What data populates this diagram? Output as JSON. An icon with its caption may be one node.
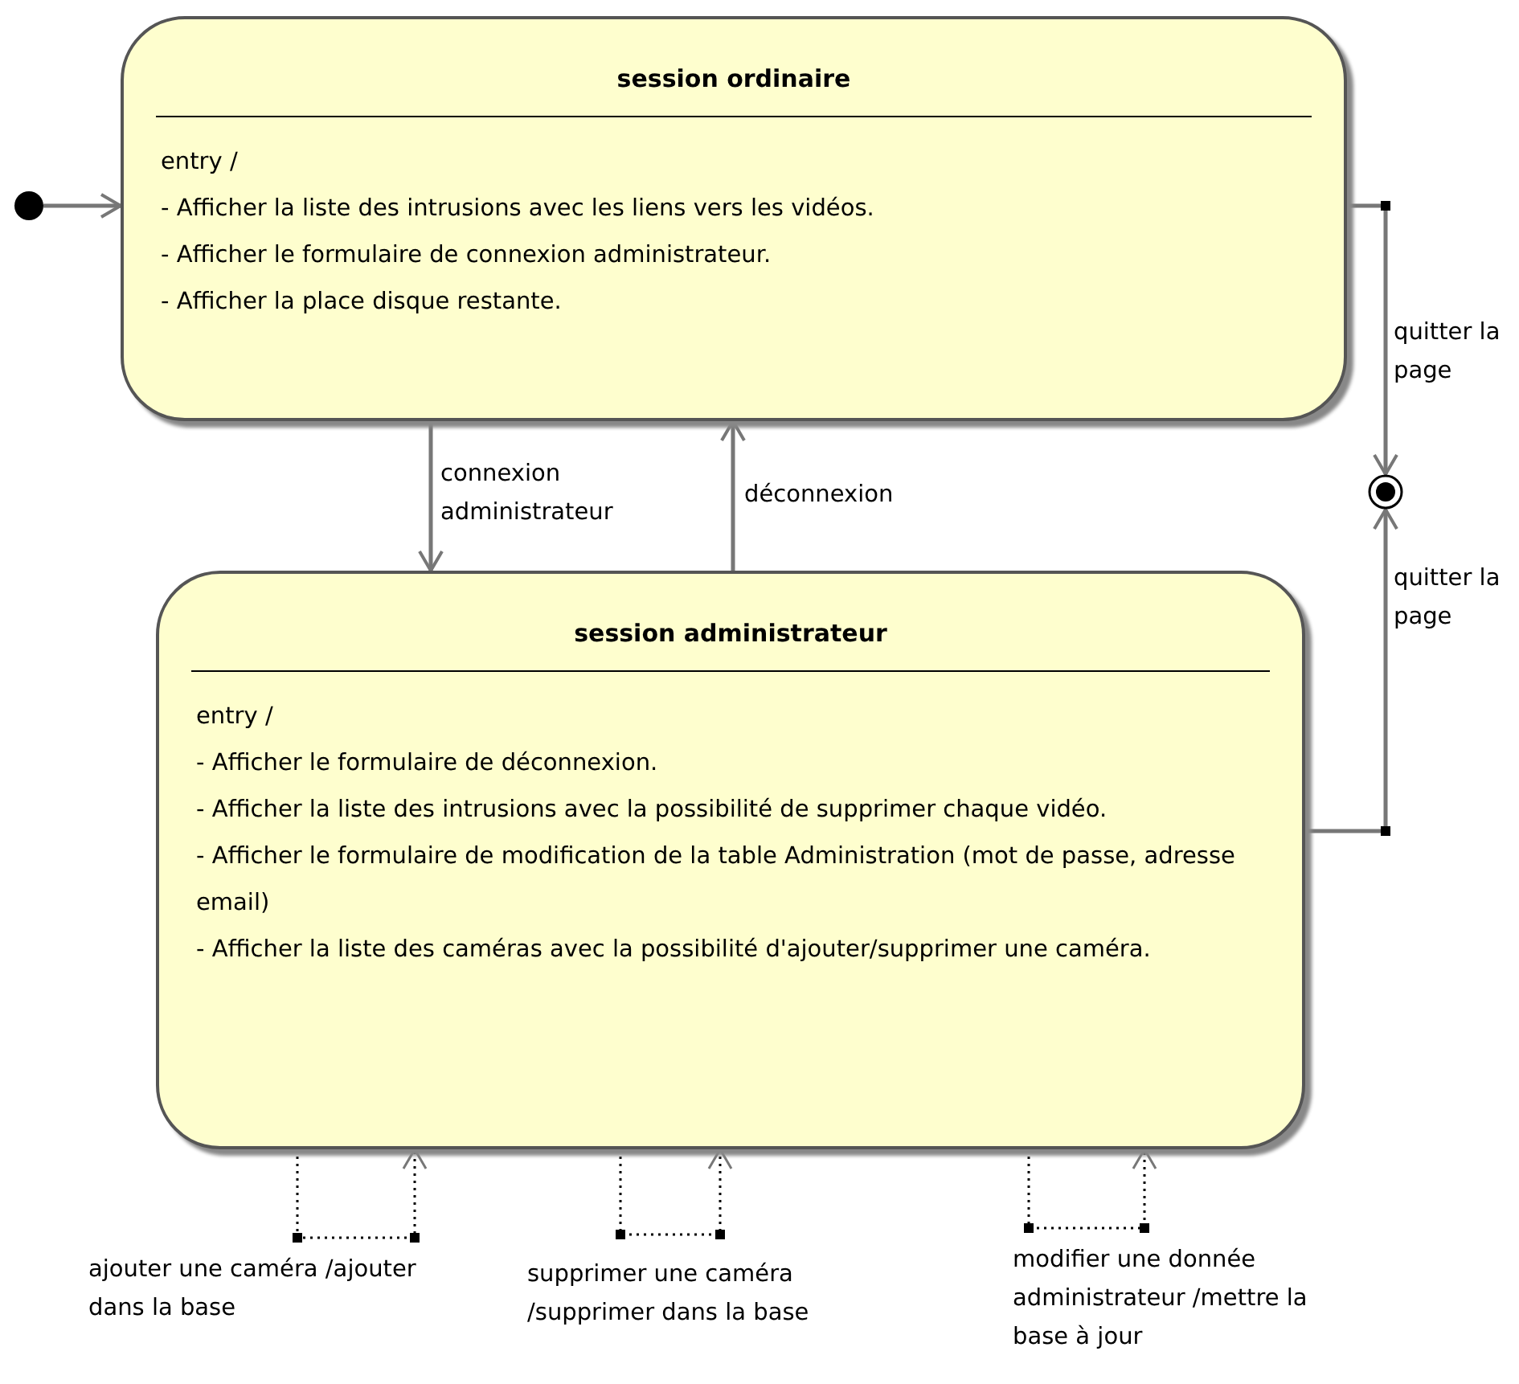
{
  "diagram": {
    "nodes": [
      {
        "text": [],
        "shape": "circle"
      },
      {
        "text": [
          "session ordinaire",
          "entry /",
          "- Afficher la liste des intrusions avec les liens vers les vidéos.",
          "- Afficher le formulaire de connexion administrateur.",
          "- Afficher la place disque restante."
        ]
      },
      {
        "text": [
          "session administrateur",
          "entry /",
          "- Afficher le formulaire de déconnexion.",
          "- Afficher la liste des intrusions avec la possibilité de supprimer chaque vidéo.",
          "- Afficher le formulaire de modification de la table Administration (mot de passe, adresse email)",
          "- Afficher la liste des caméras avec la possibilité d'ajouter/supprimer une caméra."
        ]
      },
      {
        "text": [],
        "shape": "circle"
      }
    ],
    "edges": [
      {
        "from": 0,
        "to": 1,
        "arrow": "to"
      },
      {
        "from": 1,
        "to": 2,
        "arrow": "to",
        "label": "connexion administrateur"
      },
      {
        "from": 2,
        "to": 1,
        "arrow": "to",
        "label": "déconnexion"
      },
      {
        "from": 1,
        "to": 3,
        "arrow": "to",
        "label": "quitter la page"
      },
      {
        "from": 2,
        "to": 3,
        "arrow": "to",
        "label": "quitter la page"
      },
      {
        "from": 2,
        "to": 2,
        "arrow": "to",
        "label": "ajouter une caméra /ajouter dans la base",
        "style": "dashed",
        "color": "#000000"
      },
      {
        "from": 2,
        "to": 2,
        "arrow": "to",
        "label": "supprimer une caméra /supprimer dans la base",
        "style": "dashed",
        "color": "#000000"
      },
      {
        "from": 2,
        "to": 2,
        "arrow": "to",
        "label": "modifier une donnée administrateur /mettre la base à jour",
        "style": "dashed",
        "color": "#000000"
      }
    ]
  }
}
